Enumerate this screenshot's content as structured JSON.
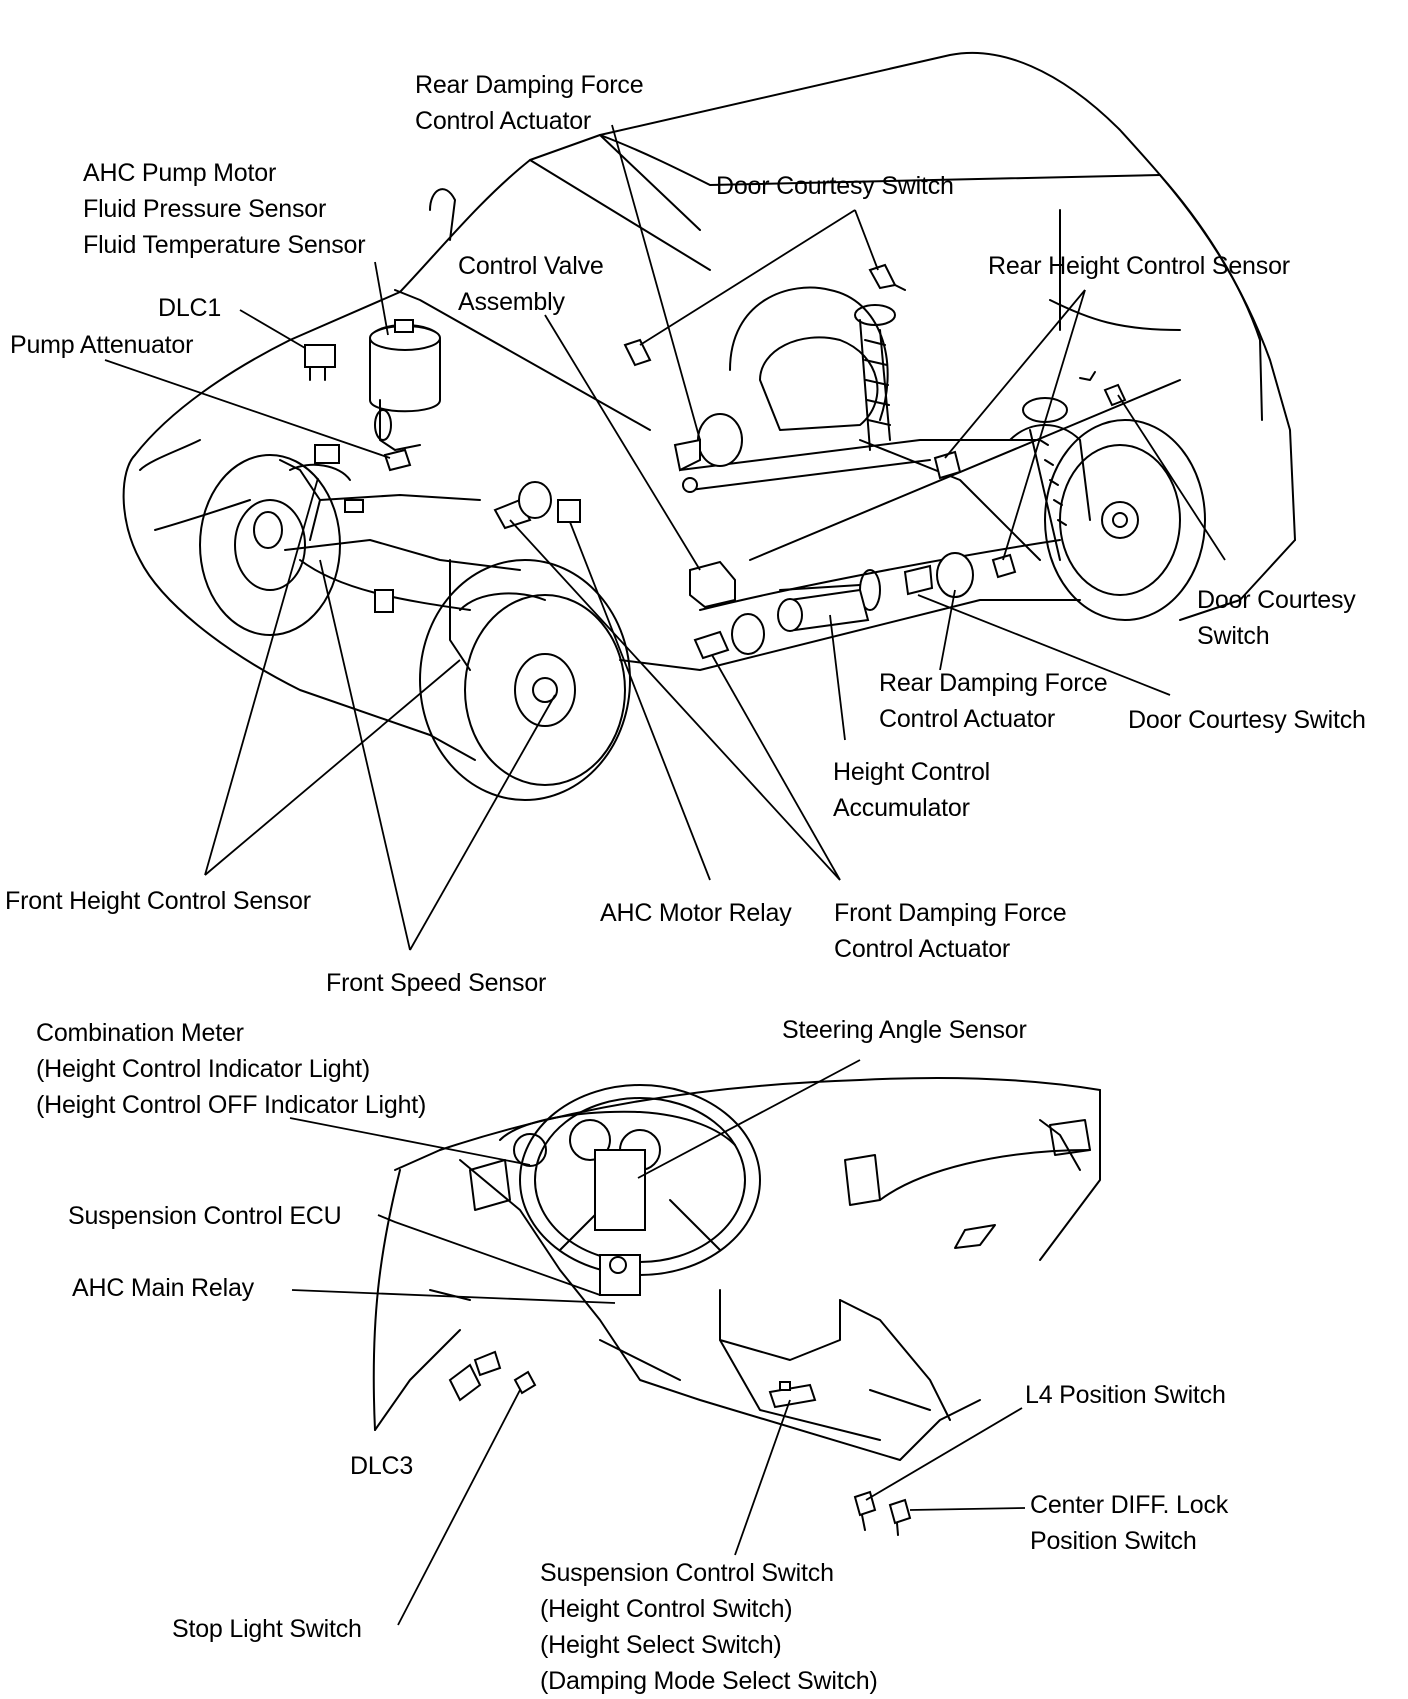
{
  "labels": {
    "rear_damping_top": "Rear Damping Force\nControl Actuator",
    "ahc_pump_group": "AHC Pump Motor\nFluid Pressure Sensor\nFluid Temperature Sensor",
    "door_courtesy_top": "Door Courtesy Switch",
    "control_valve": "Control Valve\nAssembly",
    "rear_height_sensor": "Rear Height Control Sensor",
    "dlc1": "DLC1",
    "pump_attenuator": "Pump Attenuator",
    "door_courtesy_right": "Door Courtesy\nSwitch",
    "rear_damping_bottom": "Rear Damping Force\nControl Actuator",
    "door_courtesy_bottom": "Door Courtesy Switch",
    "height_control_accumulator": "Height Control\nAccumulator",
    "front_height_sensor": "Front Height Control Sensor",
    "ahc_motor_relay": "AHC Motor Relay",
    "front_damping": "Front Damping Force\nControl Actuator",
    "front_speed_sensor": "Front Speed Sensor",
    "combination_meter": "Combination Meter\n(Height Control Indicator Light)\n(Height Control OFF Indicator Light)",
    "steering_angle_sensor": "Steering Angle Sensor",
    "suspension_ecu": "Suspension Control ECU",
    "ahc_main_relay": "AHC Main Relay",
    "l4_position_switch": "L4 Position Switch",
    "dlc3": "DLC3",
    "center_diff_lock": "Center DIFF. Lock\nPosition Switch",
    "suspension_control_switch": "Suspension Control Switch\n(Height Control Switch)\n(Height Select Switch)\n(Damping Mode Select Switch)",
    "stop_light_switch": "Stop Light Switch"
  }
}
